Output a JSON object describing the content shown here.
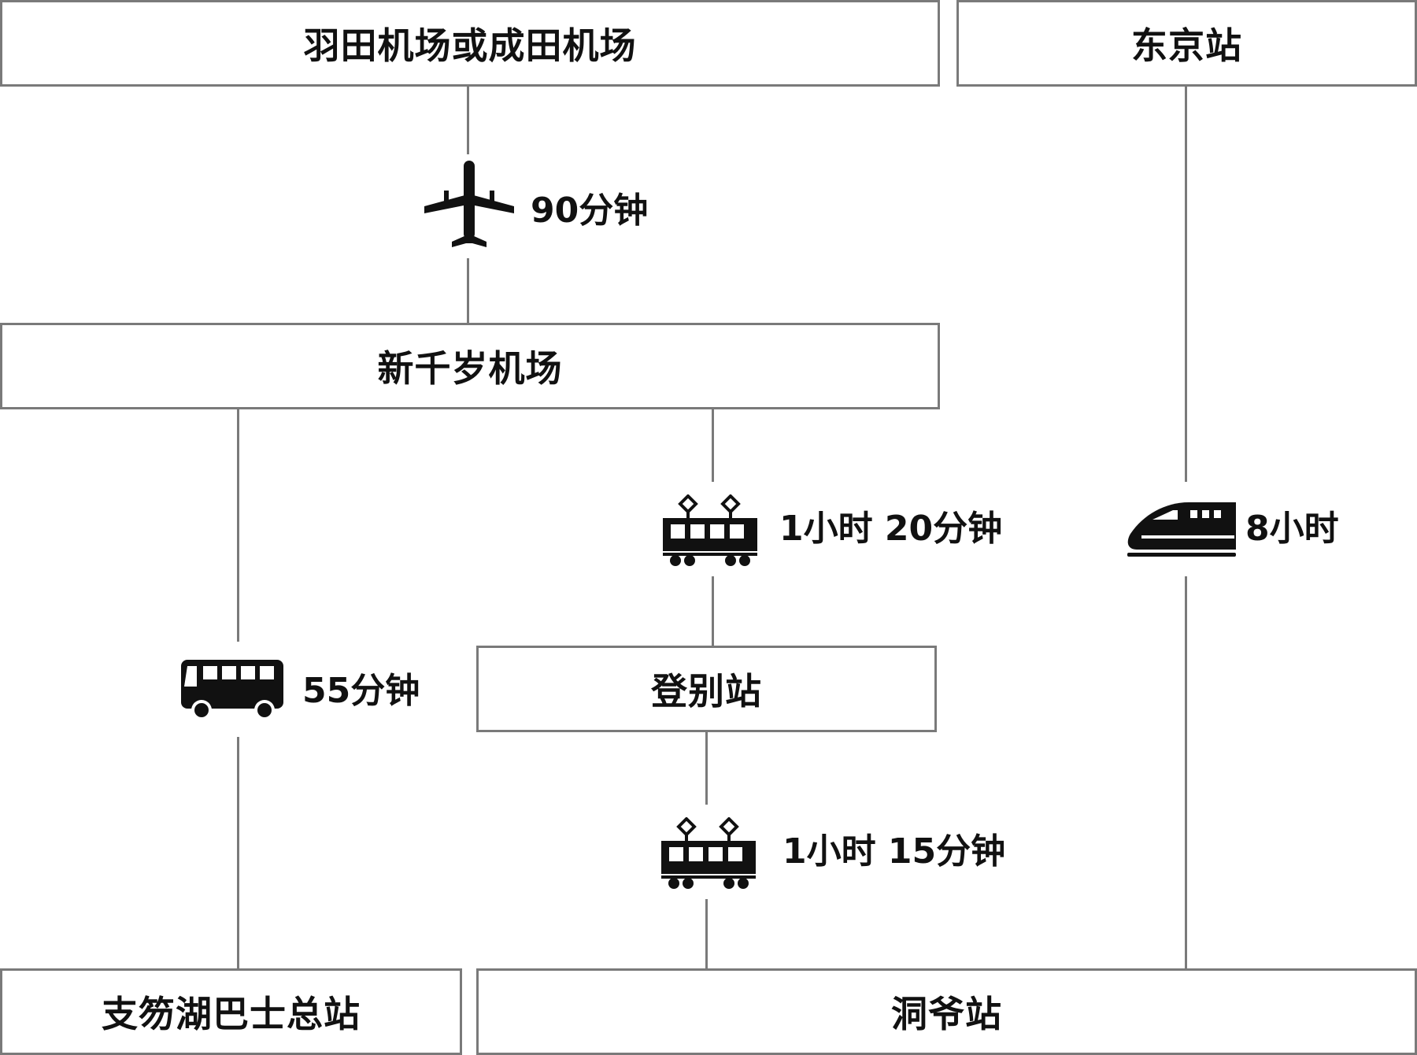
{
  "stations": {
    "haneda_narita": "羽田机场或成田机场",
    "tokyo_station": "东京站",
    "new_chitose": "新千岁机场",
    "noboribetsu_station": "登别站",
    "shikotsu_bus_terminal": "支笏湖巴士总站",
    "toya_station": "洞爷站"
  },
  "routes": {
    "flight": {
      "icon": "airplane-icon",
      "duration": "90分钟"
    },
    "bus": {
      "icon": "bus-icon",
      "duration": "55分钟"
    },
    "train_to_noboribetsu": {
      "icon": "train-icon",
      "duration": "1小时 20分钟"
    },
    "train_to_toya": {
      "icon": "train-icon",
      "duration": "1小时 15分钟"
    },
    "shinkansen": {
      "icon": "shinkansen-icon",
      "duration": "8小时"
    }
  },
  "colors": {
    "border": "#7a7a7a",
    "icon": "#111111"
  }
}
